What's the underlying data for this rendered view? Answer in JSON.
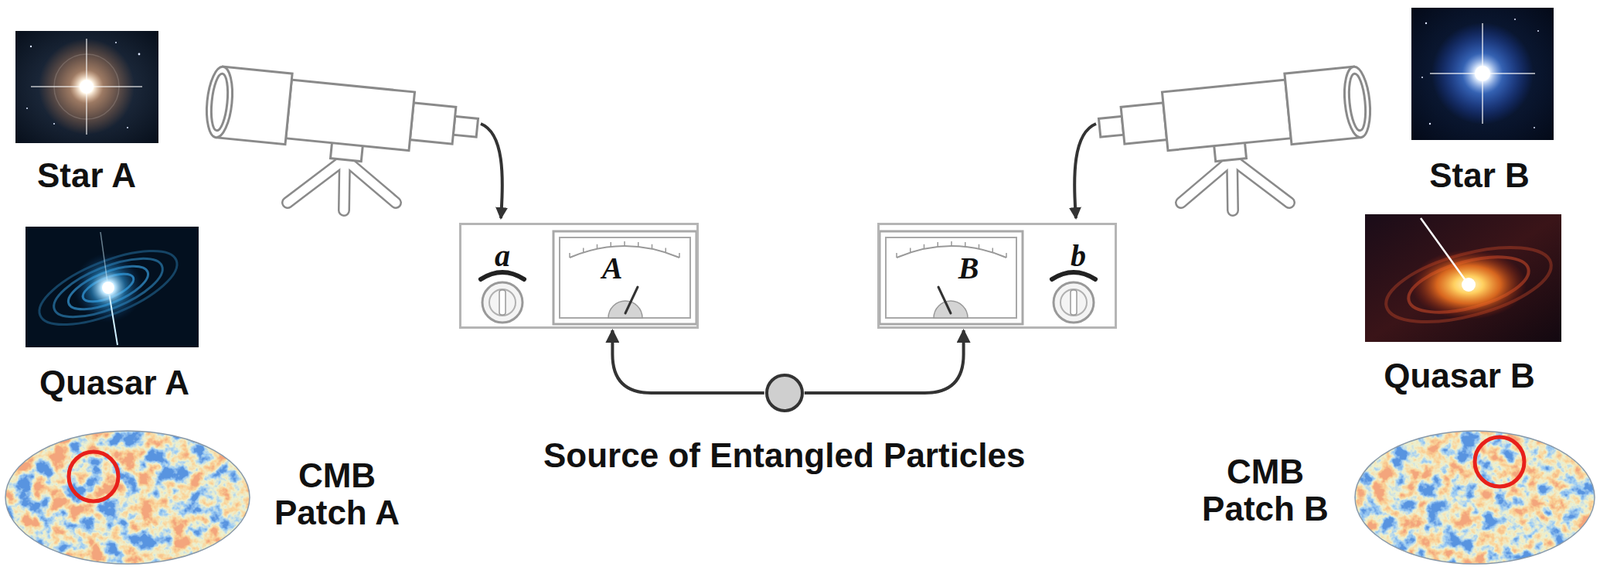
{
  "diagram": {
    "nodes": [
      {
        "text": [
          "a",
          "A"
        ]
      },
      {
        "text": [
          "B",
          "b"
        ]
      },
      {
        "text": [
          "Source of Entangled Particles"
        ]
      }
    ],
    "edges": [
      {
        "from": 2,
        "to": 0,
        "arrow": "to"
      },
      {
        "from": 2,
        "to": 1,
        "arrow": "to"
      }
    ],
    "labels": [
      "Star A",
      "Quasar A",
      "CMB Patch A",
      "Star B",
      "Quasar B",
      "CMB Patch B"
    ]
  }
}
